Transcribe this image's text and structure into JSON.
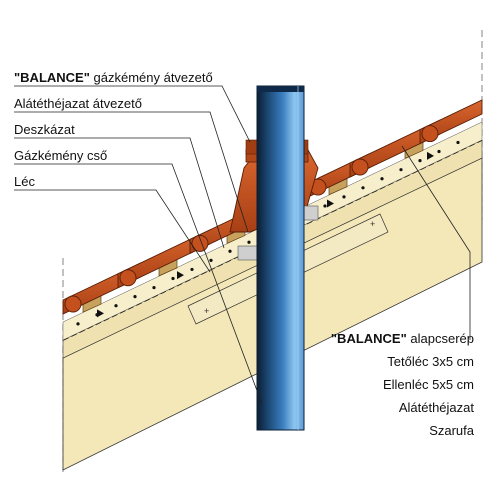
{
  "labels_left": [
    {
      "brand": "\"BALANCE\"",
      "text": " gázkémény átvezető"
    },
    {
      "text": "Alátéthéjazat átvezető"
    },
    {
      "text": "Deszkázat"
    },
    {
      "text": "Gázkémény cső"
    },
    {
      "text": "Léc"
    }
  ],
  "labels_right": [
    {
      "brand": "\"BALANCE\"",
      "text": " alapcserép"
    },
    {
      "text": "Tetőléc 3x5 cm"
    },
    {
      "text": "Ellenléc 5x5 cm"
    },
    {
      "text": "Alátéthéjazat"
    },
    {
      "text": "Szarufa"
    }
  ],
  "colors": {
    "tile": "#c4501e",
    "tile_dark": "#8a3311",
    "rafter": "#f4e8b8",
    "batten": "#c8a15c",
    "pipe_dark": "#0b1e33",
    "pipe_light": "#8ec6f0",
    "pipe_mid": "#3b7fc0"
  }
}
